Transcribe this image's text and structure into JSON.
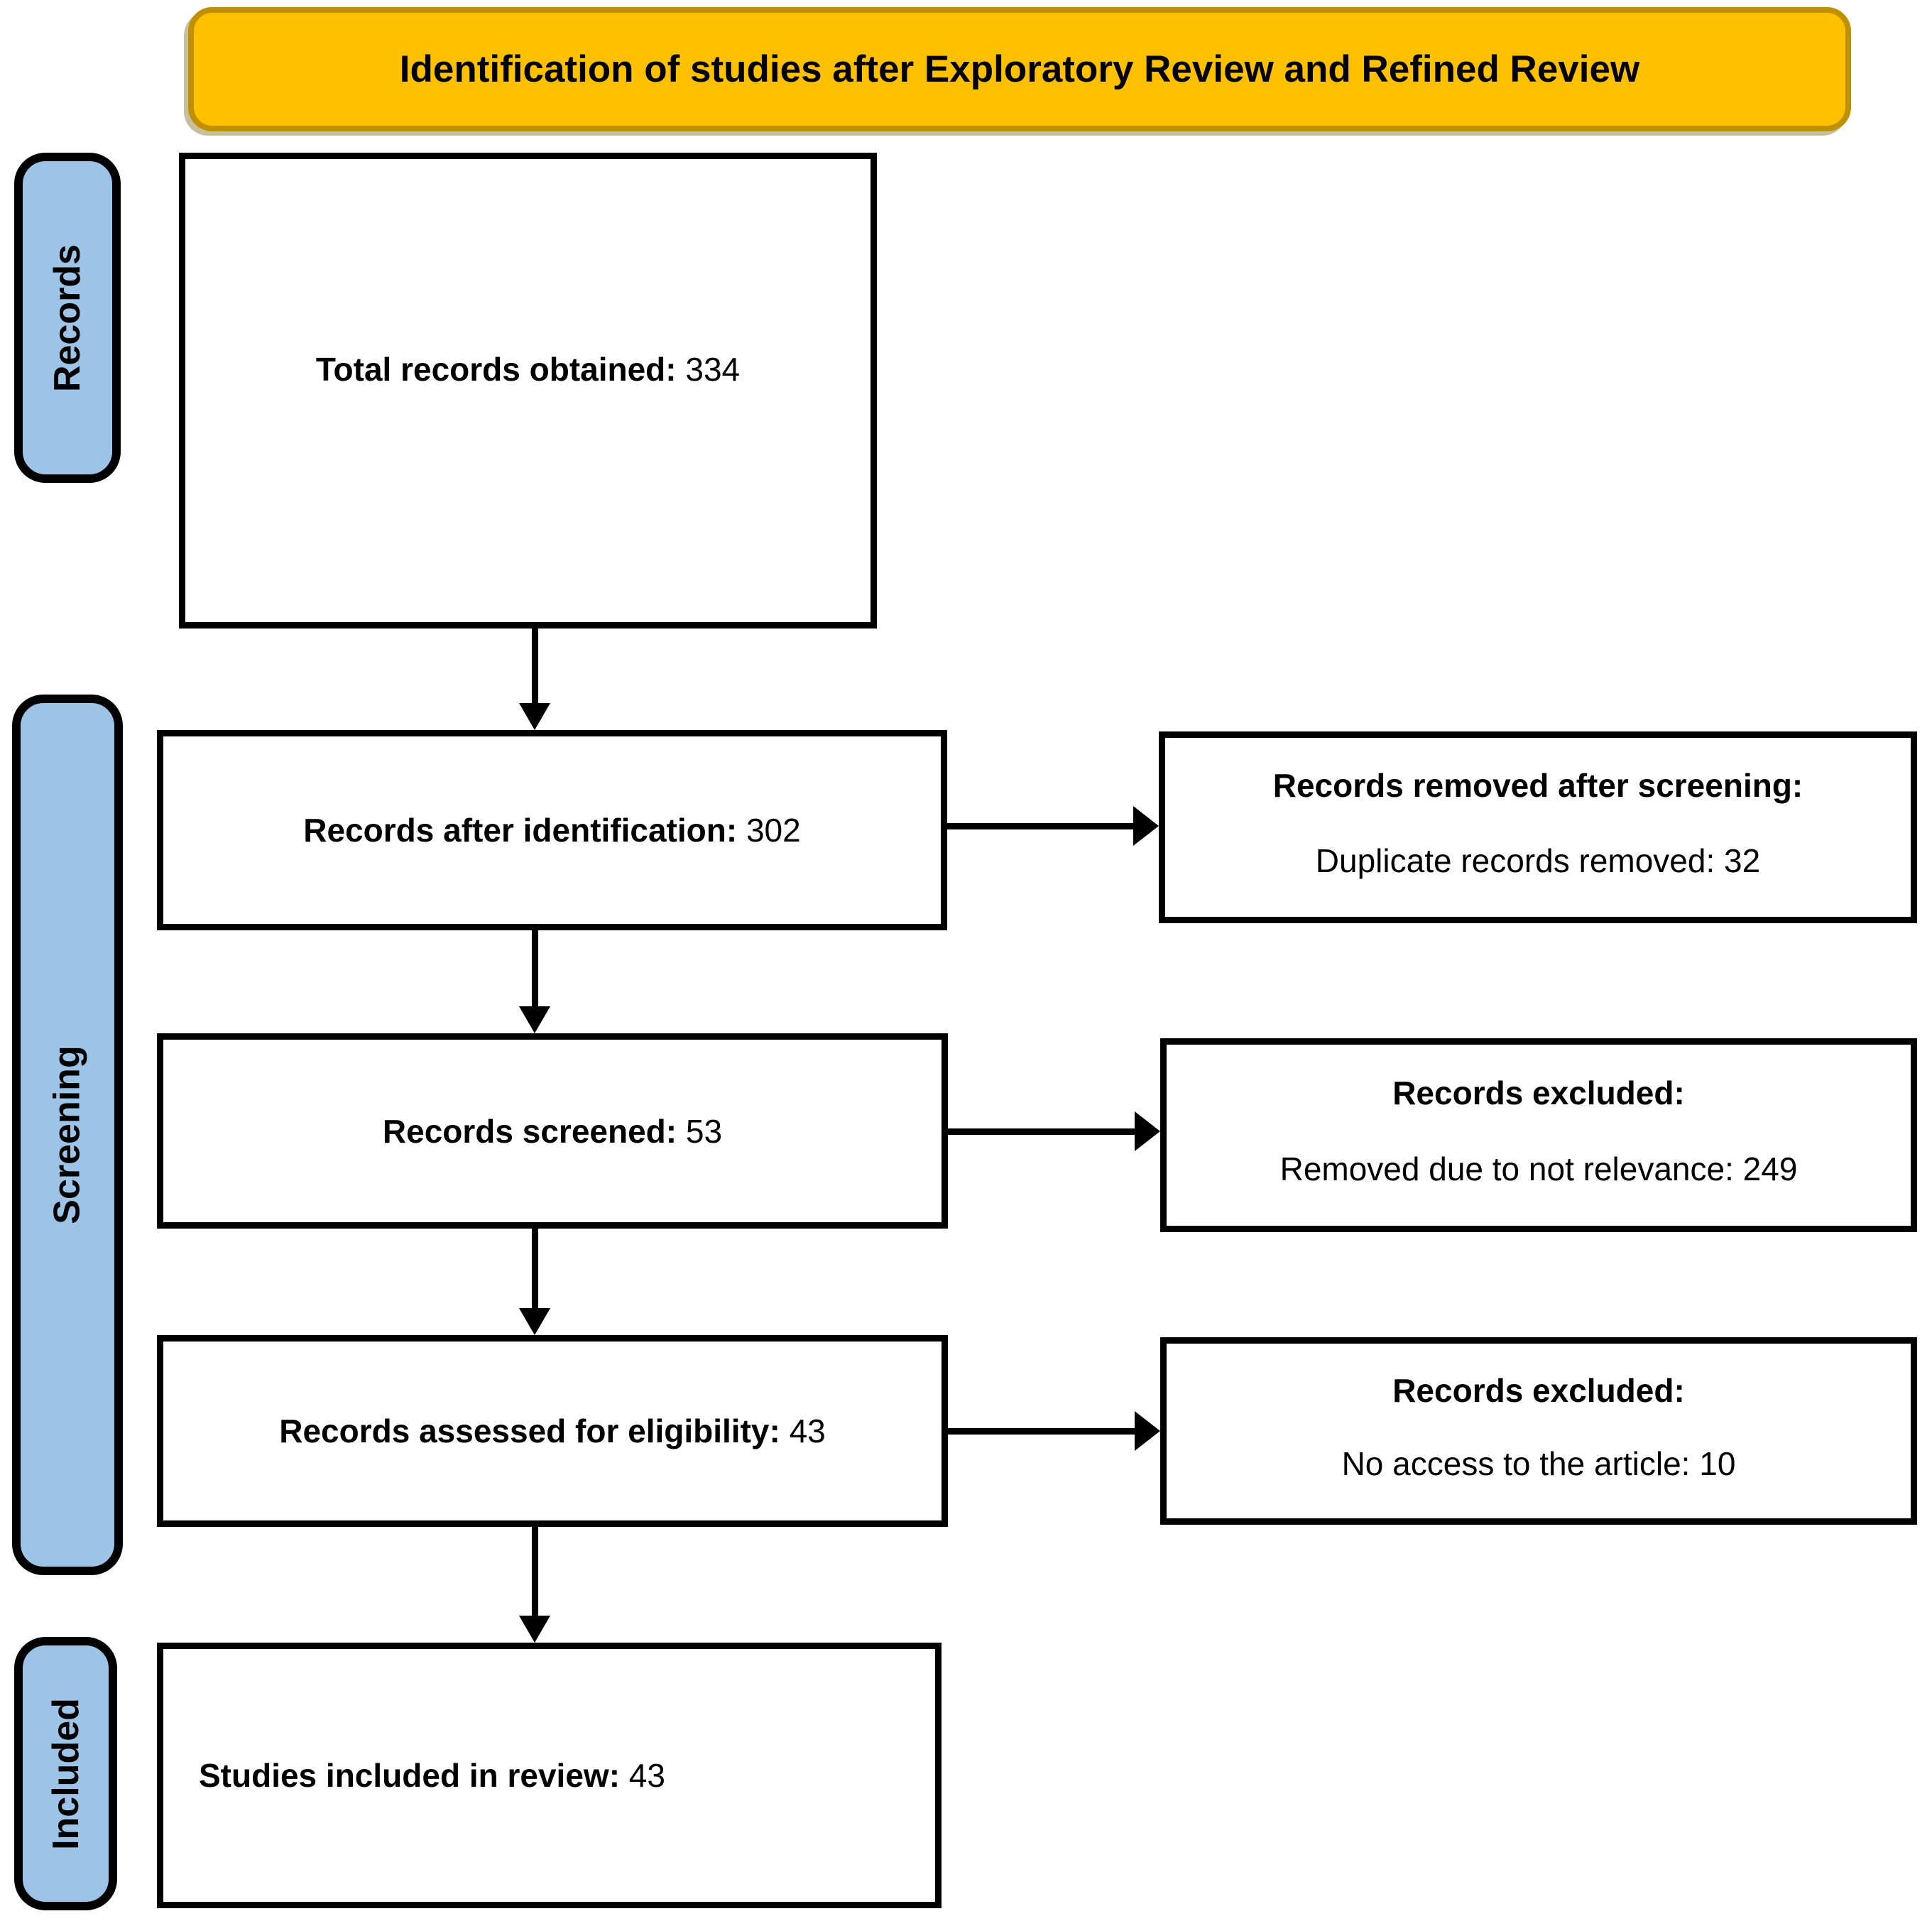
{
  "banner": {
    "text": "Identification of studies after Exploratory Review and Refined Review"
  },
  "side_labels": [
    {
      "text": "Records"
    },
    {
      "text": "Screening"
    },
    {
      "text": "Included"
    }
  ],
  "flow_boxes": [
    {
      "label": "Total records obtained:",
      "value": " 334"
    },
    {
      "label": "Records after identification:",
      "value": " 302"
    },
    {
      "label": "Records screened:",
      "value": " 53"
    },
    {
      "label": "Records assessed for eligibility:",
      "value": " 43"
    },
    {
      "label": "Studies included in review:",
      "value": " 43"
    }
  ],
  "exclusion_boxes": [
    {
      "title": "Records removed after screening:",
      "detail": "Duplicate records removed: 32"
    },
    {
      "title": "Records excluded:",
      "detail": "Removed due to not relevance: 249"
    },
    {
      "title": "Records excluded:",
      "detail": "No access to the article: 10"
    }
  ],
  "colors": {
    "banner_bg": "#FFC000",
    "banner_border": "#BF9000",
    "tab_bg": "#9DC3E6",
    "line_color": "#000000",
    "box_bg": "#FFFFFF"
  }
}
